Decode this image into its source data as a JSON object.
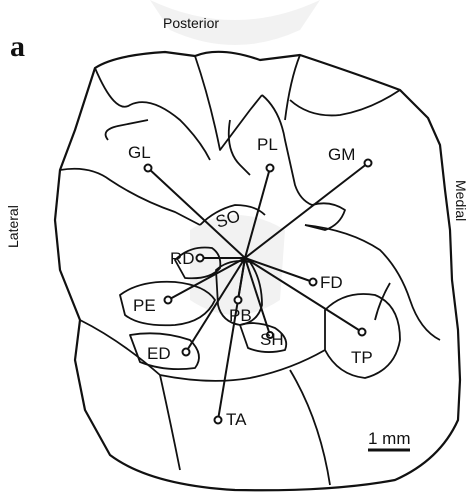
{
  "panel_letter": "a",
  "orientation": {
    "top": "Posterior",
    "left": "Lateral",
    "right": "Medial"
  },
  "scale_bar_label": "1 mm",
  "regions": [
    "GL",
    "PL",
    "GM",
    "SO",
    "RD",
    "FD",
    "PE",
    "PB",
    "SH",
    "ED",
    "TP",
    "TA"
  ],
  "colors": {
    "ink": "#111111",
    "background": "#ffffff"
  }
}
